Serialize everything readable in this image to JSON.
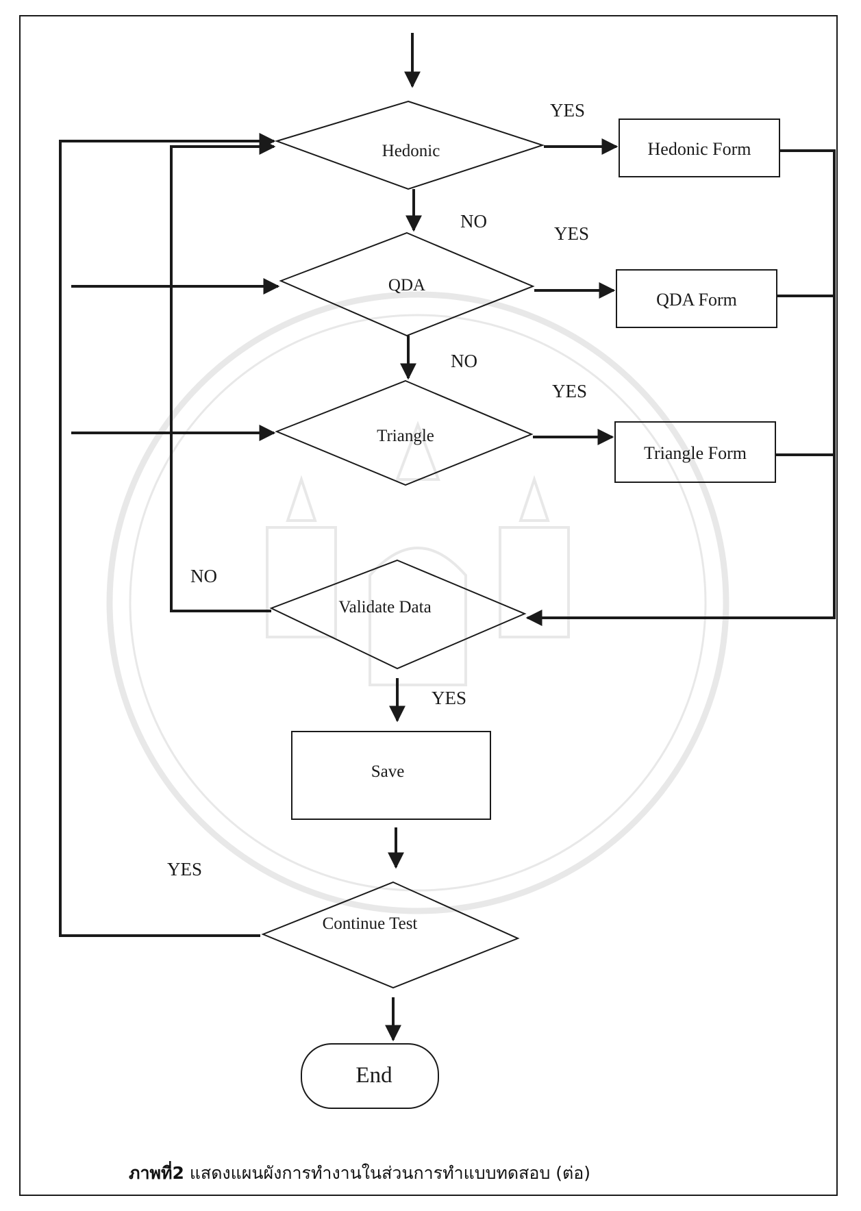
{
  "nodes": {
    "hedonic": "Hedonic",
    "hedonic_form": "Hedonic Form",
    "qda": "QDA",
    "qda_form": "QDA Form",
    "triangle": "Triangle",
    "triangle_form": "Triangle Form",
    "validate": "Validate Data",
    "save": "Save",
    "continue": "Continue Test",
    "end": "End"
  },
  "labels": {
    "yes_hedonic": "YES",
    "no_hedonic": "NO",
    "yes_qda": "YES",
    "no_qda": "NO",
    "yes_triangle": "YES",
    "no_validate": "NO",
    "yes_validate": "YES",
    "yes_continue": "YES"
  },
  "caption": {
    "prefix": "ภาพที่2",
    "text": " แสดงแผนผังการทำงานในส่วนการทำแบบทดสอบ (ต่อ)"
  }
}
